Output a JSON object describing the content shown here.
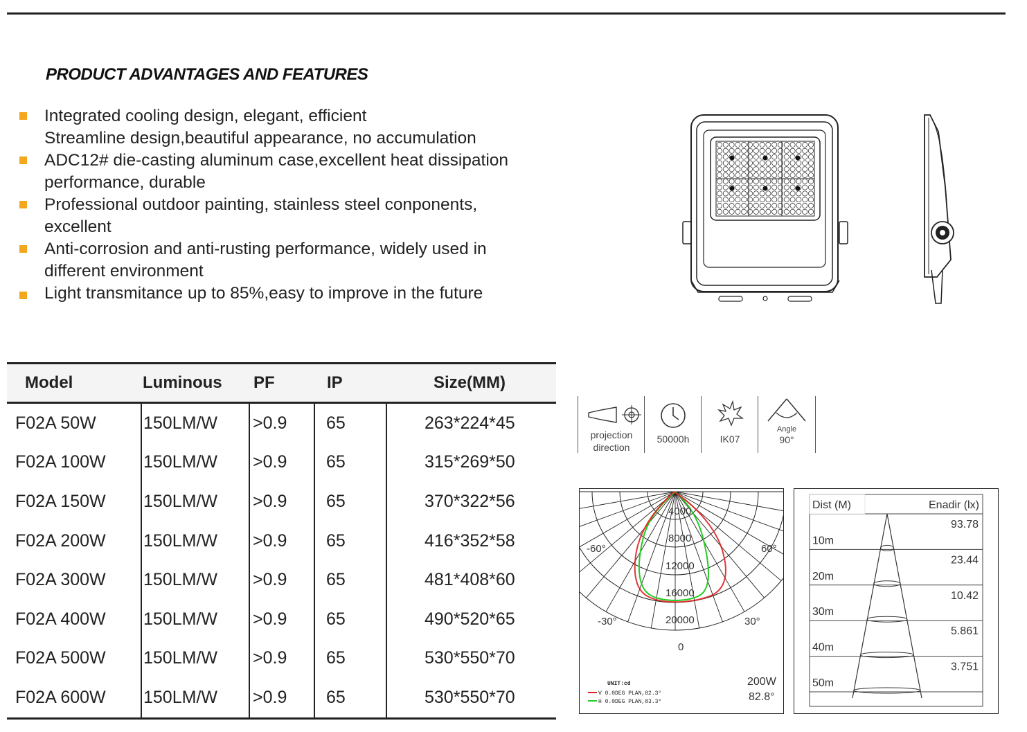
{
  "section_title": "PRODUCT ADVANTAGES AND FEATURES",
  "features": [
    {
      "lines": [
        "Integrated cooling design, elegant, efficient",
        "Streamline design,beautiful appearance, no accumulation"
      ]
    },
    {
      "lines": [
        "ADC12# die-casting aluminum case,excellent heat dissipation",
        "performance, durable"
      ]
    },
    {
      "lines": [
        "Professional outdoor painting, stainless steel conponents,",
        "excellent"
      ]
    },
    {
      "lines": [
        "Anti-corrosion and anti-rusting performance, widely used in",
        "different environment"
      ]
    },
    {
      "lines": [
        "Light transmitance up to 85%,easy to improve in the future"
      ]
    }
  ],
  "colors": {
    "bullet": "#f4a71d",
    "curve_v": "#e02020",
    "curve_h": "#22cc22"
  },
  "table": {
    "headers": [
      "Model",
      "Luminous",
      "PF",
      "IP",
      "Size(MM)"
    ],
    "rows": [
      [
        "F02A 50W",
        "150LM/W",
        ">0.9",
        "65",
        "263*224*45"
      ],
      [
        "F02A 100W",
        "150LM/W",
        ">0.9",
        "65",
        "315*269*50"
      ],
      [
        "F02A 150W",
        "150LM/W",
        ">0.9",
        "65",
        "370*322*56"
      ],
      [
        "F02A 200W",
        "150LM/W",
        ">0.9",
        "65",
        "416*352*58"
      ],
      [
        "F02A 300W",
        "150LM/W",
        ">0.9",
        "65",
        "481*408*60"
      ],
      [
        "F02A 400W",
        "150LM/W",
        ">0.9",
        "65",
        "490*520*65"
      ],
      [
        "F02A 500W",
        "150LM/W",
        ">0.9",
        "65",
        "530*550*70"
      ],
      [
        "F02A 600W",
        "150LM/W",
        ">0.9",
        "65",
        "530*550*70"
      ]
    ]
  },
  "icons": [
    {
      "icon": "projection-direction-icon",
      "label_1": "projection",
      "label_2": "direction"
    },
    {
      "icon": "clock-icon",
      "label_1": "50000h"
    },
    {
      "icon": "impact-icon",
      "label_1": "IK07"
    },
    {
      "icon": "beam-angle-icon",
      "label_top": "Angle",
      "label_1": "90°"
    }
  ],
  "polar_chart": {
    "rings": [
      "4000",
      "8000",
      "12000",
      "16000",
      "20000"
    ],
    "angles": [
      "-60°",
      "60°",
      "-30°",
      "30°",
      "0"
    ],
    "unit": "UNIT:cd",
    "legend_v": "V 0.0DEG PLAN,82.3°",
    "legend_h": "H 0.0DEG PLAN,83.3°",
    "power": "200W",
    "beam": "82.8°"
  },
  "illuminance": {
    "header_dist": "Dist (M)",
    "header_lux": "Enadir (lx)",
    "rows": [
      {
        "dist": "10m",
        "lux": "93.78"
      },
      {
        "dist": "20m",
        "lux": "23.44"
      },
      {
        "dist": "30m",
        "lux": "10.42"
      },
      {
        "dist": "40m",
        "lux": "5.861"
      },
      {
        "dist": "50m",
        "lux": "3.751"
      }
    ]
  }
}
